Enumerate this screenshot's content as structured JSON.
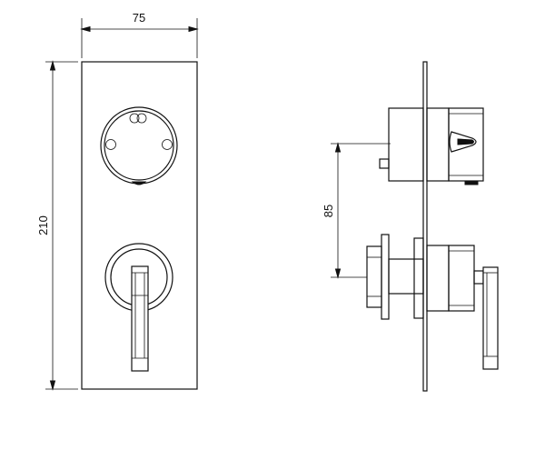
{
  "dimensions": {
    "width_label": "75",
    "height_label": "210",
    "offset_label": "85"
  }
}
